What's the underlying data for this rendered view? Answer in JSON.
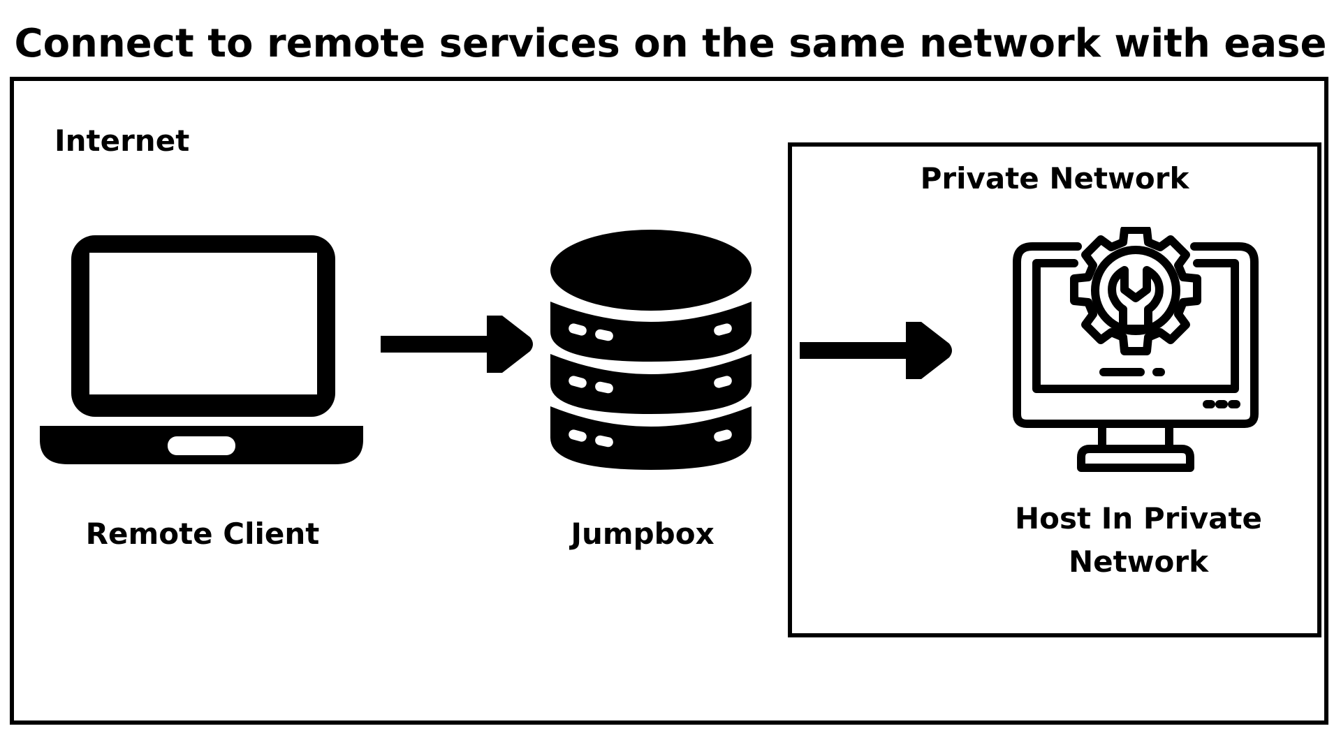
{
  "diagram": {
    "title": "Connect to remote services on the same network with ease",
    "zones": {
      "internet": "Internet",
      "private_network": "Private Network"
    },
    "nodes": {
      "remote_client": "Remote Client",
      "jumpbox": "Jumpbox",
      "host": "Host In Private Network"
    },
    "edges": [
      {
        "from": "Remote Client",
        "to": "Jumpbox"
      },
      {
        "from": "Jumpbox",
        "to": "Host In Private Network"
      }
    ],
    "icons": {
      "remote_client": "laptop-icon",
      "jumpbox": "database-server-icon",
      "host": "monitor-gear-wrench-icon"
    }
  }
}
